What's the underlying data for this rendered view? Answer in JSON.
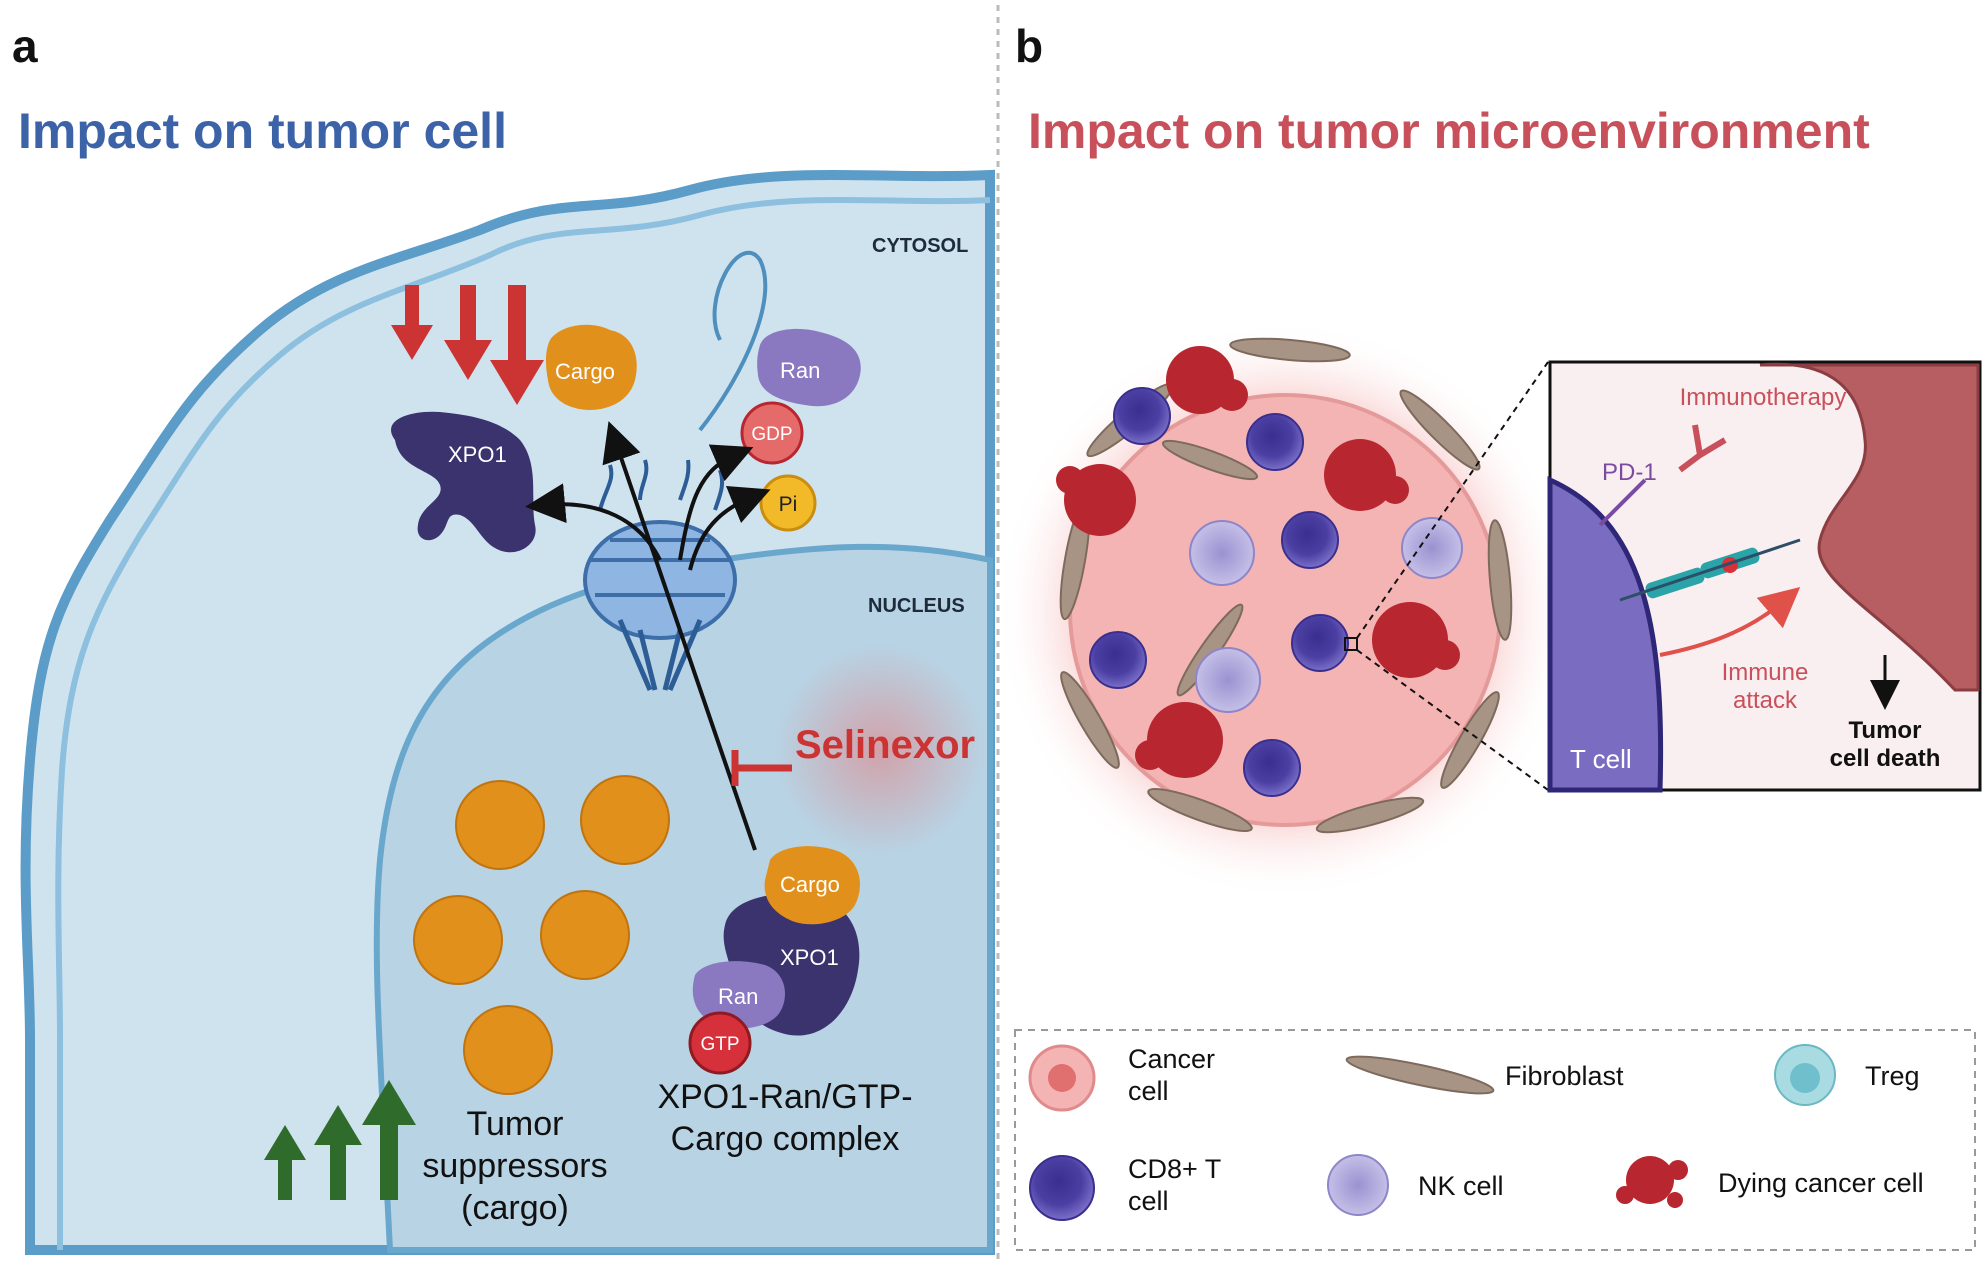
{
  "panel_a": {
    "letter": "a",
    "title": "Impact on tumor cell",
    "cytosol_label": "CYTOSOL",
    "nucleus_label": "NUCLEUS",
    "cargo_top": "Cargo",
    "xpo1_top": "XPO1",
    "ran_top": "Ran",
    "gdp": "GDP",
    "pi": "Pi",
    "drug": "Selinexor",
    "cargo_complex": "Cargo",
    "xpo1_complex": "XPO1",
    "ran_complex": "Ran",
    "gtp": "GTP",
    "complex_line1": "XPO1-Ran/GTP-",
    "complex_line2": "Cargo complex",
    "suppressor_line1": "Tumor",
    "suppressor_line2": "suppressors",
    "suppressor_line3": "(cargo)"
  },
  "panel_b": {
    "letter": "b",
    "title": "Impact on tumor microenvironment",
    "inset": {
      "immunotherapy": "Immunotherapy",
      "pd1": "PD-1",
      "immune_line1": "Immune",
      "immune_line2": "attack",
      "tcell": "T cell",
      "death_line1": "Tumor",
      "death_line2": "cell death"
    },
    "legend": {
      "cancer_line1": "Cancer",
      "cancer_line2": "cell",
      "fibroblast": "Fibroblast",
      "treg": "Treg",
      "cd8_line1": "CD8+ T",
      "cd8_line2": "cell",
      "nk": "NK cell",
      "dying": "Dying cancer cell"
    }
  },
  "colors": {
    "title_a": "#3c63a8",
    "title_b": "#c8505a",
    "cytosol": "#cfe3ef",
    "nucleus": "#b8d3e4",
    "membrane": "#5b9cc8",
    "xpo1": "#3b336e",
    "ran": "#8a78c0",
    "cargo": "#e2901c",
    "red_arrow": "#cc3333",
    "green_arrow": "#2f6b2a",
    "cd8": "#5a4fb0",
    "nk": "#b3acd9",
    "fibroblast": "#a89484",
    "cancer": "#f5b4b4",
    "dying": "#b8262f",
    "treg": "#a8dce2"
  }
}
